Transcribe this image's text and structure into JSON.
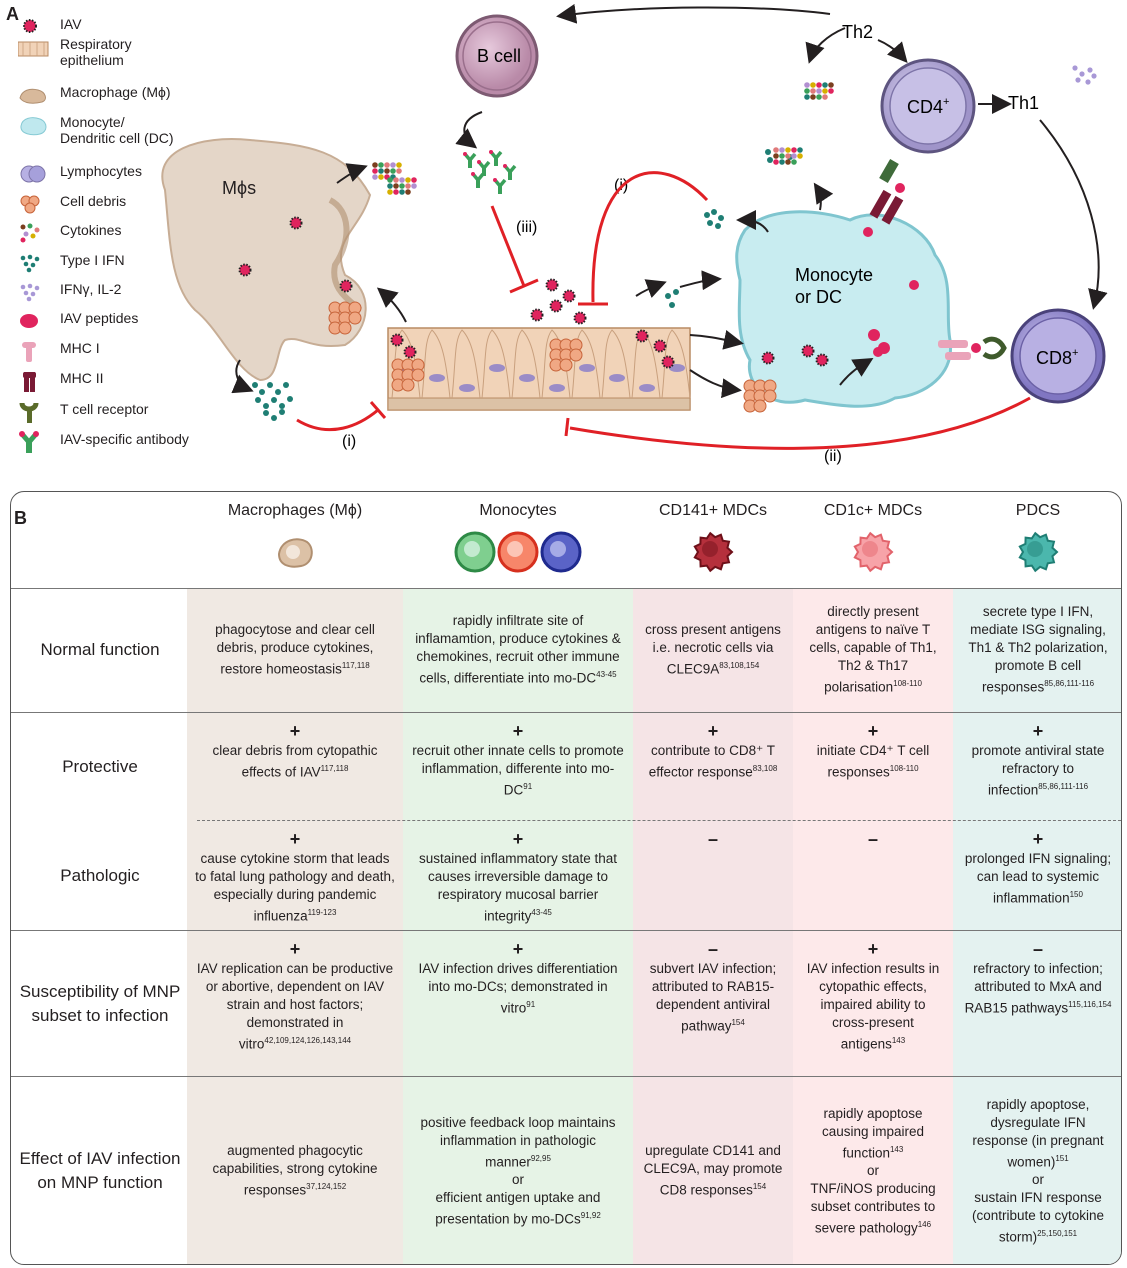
{
  "panel_a": {
    "letter": "A",
    "legend": [
      {
        "icon": "iav-icon",
        "label": "IAV"
      },
      {
        "icon": "respiratory-epithelium-icon",
        "label": "Respiratory\nepithelium"
      },
      {
        "icon": "macrophage-icon",
        "label": "Macrophage (Mϕ)"
      },
      {
        "icon": "monocyte-dc-icon",
        "label": "Monocyte/\nDendritic cell (DC)"
      },
      {
        "icon": "lymphocytes-icon",
        "label": "Lymphocytes"
      },
      {
        "icon": "cell-debris-icon",
        "label": "Cell debris"
      },
      {
        "icon": "cytokines-icon",
        "label": "Cytokines"
      },
      {
        "icon": "type-i-ifn-icon",
        "label": "Type I IFN"
      },
      {
        "icon": "ifn-gamma-il2-icon",
        "label": "IFNγ, IL-2"
      },
      {
        "icon": "iav-peptides-icon",
        "label": "IAV peptides"
      },
      {
        "icon": "mhc-i-icon",
        "label": "MHC I"
      },
      {
        "icon": "mhc-ii-icon",
        "label": "MHC II"
      },
      {
        "icon": "t-cell-receptor-icon",
        "label": "T cell receptor"
      },
      {
        "icon": "iav-antibody-icon",
        "label": "IAV-specific antibody"
      }
    ],
    "labels": {
      "b_cell": "B cell",
      "th2": "Th2",
      "th1": "Th1",
      "cd4": "CD4",
      "cd4_sup": "+",
      "cd8": "CD8",
      "cd8_sup": "+",
      "mphis": "Mϕs",
      "monocyte_dc": "Monocyte\nor DC",
      "i_left": "(i)",
      "i_top": "(i)",
      "ii": "(ii)",
      "iii": "(iii)"
    },
    "colors": {
      "inhibition": "#e02026",
      "arrow": "#231f20"
    }
  },
  "panel_b": {
    "letter": "B",
    "columns": [
      {
        "name": "Macrophages (Mϕ)",
        "bg": "#f0e9e3",
        "icon": "macrophage-icon"
      },
      {
        "name": "Monocytes",
        "bg": "#e6f3e6",
        "icon": "monocytes-icon"
      },
      {
        "name": "CD141+ MDCs",
        "bg": "#f5e4e6",
        "icon": "cd141-mdc-icon"
      },
      {
        "name": "CD1c+ MDCs",
        "bg": "#fde9ea",
        "icon": "cd1c-mdc-icon"
      },
      {
        "name": "PDCS",
        "bg": "#e4f2f0",
        "icon": "pdc-icon"
      }
    ],
    "rows": [
      {
        "label": "Normal function",
        "cells": [
          {
            "sym": "",
            "text": "phagocytose and clear cell debris, produce cytokines, restore homeostasis",
            "refs": "117,118"
          },
          {
            "sym": "",
            "text": "rapidly infiltrate site of inflamamtion, produce cytokines & chemokines, recruit other immune cells, differentiate into mo-DC",
            "refs": "43-45"
          },
          {
            "sym": "",
            "text": "cross present antigens i.e. necrotic cells via CLEC9A",
            "refs": "83,108,154"
          },
          {
            "sym": "",
            "text": "directly present antigens to naïve T cells, capable of Th1, Th2 & Th17 polarisation",
            "refs": "108-110"
          },
          {
            "sym": "",
            "text": "secrete type I IFN, mediate ISG signaling, Th1 & Th2 polarization, promote B cell responses",
            "refs": "85,86,111-116"
          }
        ]
      },
      {
        "label": "Protective",
        "cells": [
          {
            "sym": "+",
            "text": "clear debris from cytopathic effects of IAV",
            "refs": "117,118"
          },
          {
            "sym": "+",
            "text": "recruit other innate cells to promote inflammation, differente into mo-DC",
            "refs": "91"
          },
          {
            "sym": "+",
            "text": "contribute to CD8⁺ T effector response",
            "refs": "83,108"
          },
          {
            "sym": "+",
            "text": "initiate CD4⁺ T cell responses",
            "refs": "108-110"
          },
          {
            "sym": "+",
            "text": "promote antiviral state refractory to infection",
            "refs": "85,86,111-116"
          }
        ]
      },
      {
        "label": "Pathologic",
        "cells": [
          {
            "sym": "+",
            "text": "cause cytokine storm that leads to fatal lung pathology and death, especially during pandemic influenza",
            "refs": "119-123"
          },
          {
            "sym": "+",
            "text": "sustained inflammatory state that causes irreversible damage to respiratory mucosal barrier integrity",
            "refs": "43-45"
          },
          {
            "sym": "–",
            "text": "",
            "refs": ""
          },
          {
            "sym": "–",
            "text": "",
            "refs": ""
          },
          {
            "sym": "+",
            "text": "prolonged IFN signaling; can lead to systemic inflammation",
            "refs": "150"
          }
        ]
      },
      {
        "label": "Susceptibility of MNP subset to infection",
        "cells": [
          {
            "sym": "+",
            "text": "IAV replication can be productive or abortive, dependent on IAV strain and host factors; demonstrated in vitro",
            "refs": "42,109,124,126,143,144"
          },
          {
            "sym": "+",
            "text": "IAV infection drives differentiation into mo-DCs; demonstrated in vitro",
            "refs": "91"
          },
          {
            "sym": "–",
            "text": "subvert IAV infection; attributed to RAB15-dependent antiviral pathway",
            "refs": "154"
          },
          {
            "sym": "+",
            "text": "IAV infection results in cytopathic effects, impaired ability to cross-present antigens",
            "refs": "143"
          },
          {
            "sym": "–",
            "text": "refractory to infection; attributed to MxA and RAB15 pathways",
            "refs": "115,116,154"
          }
        ]
      },
      {
        "label": "Effect of IAV infection on MNP function",
        "cells": [
          {
            "sym": "",
            "text": "augmented phagocytic capabilities, strong cytokine responses",
            "refs": "37,124,152"
          },
          {
            "sym": "",
            "text": "positive feedback loop maintains inflammation in pathologic manner",
            "refs": "92,95",
            "or": "or",
            "text2": "efficient antigen uptake and presentation by mo-DCs",
            "refs2": "91,92"
          },
          {
            "sym": "",
            "text": "upregulate CD141 and CLEC9A, may promote CD8 responses",
            "refs": "154"
          },
          {
            "sym": "",
            "text": "rapidly apoptose causing impaired function",
            "refs": "143",
            "or": "or",
            "text2": "TNF/iNOS producing subset contributes to severe pathology",
            "refs2": "146"
          },
          {
            "sym": "",
            "text": "rapidly apoptose, dysregulate IFN response (in pregnant women)",
            "refs": "151",
            "or": "or",
            "text2": "sustain IFN response (contribute to cytokine storm)",
            "refs2": "25,150,151"
          }
        ]
      }
    ]
  }
}
